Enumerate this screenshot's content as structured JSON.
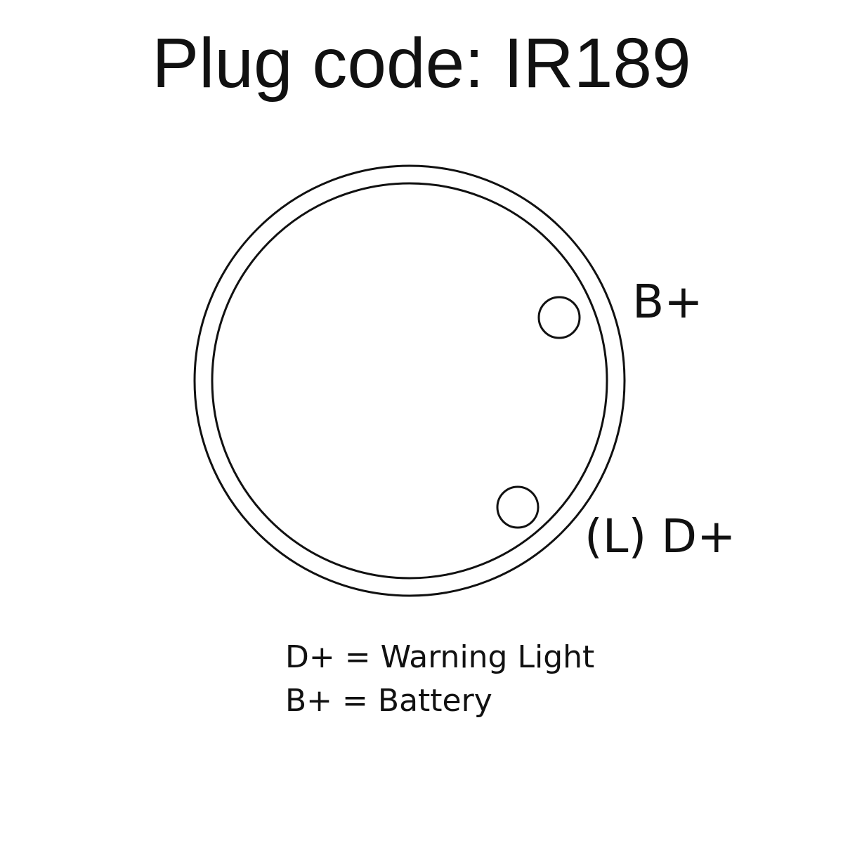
{
  "title": "Plug code: IR189",
  "pins": {
    "b_plus": {
      "label": "B+"
    },
    "d_plus": {
      "label": "(L) D+"
    }
  },
  "legend": [
    {
      "text": "D+ = Warning Light"
    },
    {
      "text": "B+ = Battery"
    }
  ],
  "colors": {
    "stroke": "#111111",
    "background": "#ffffff"
  }
}
